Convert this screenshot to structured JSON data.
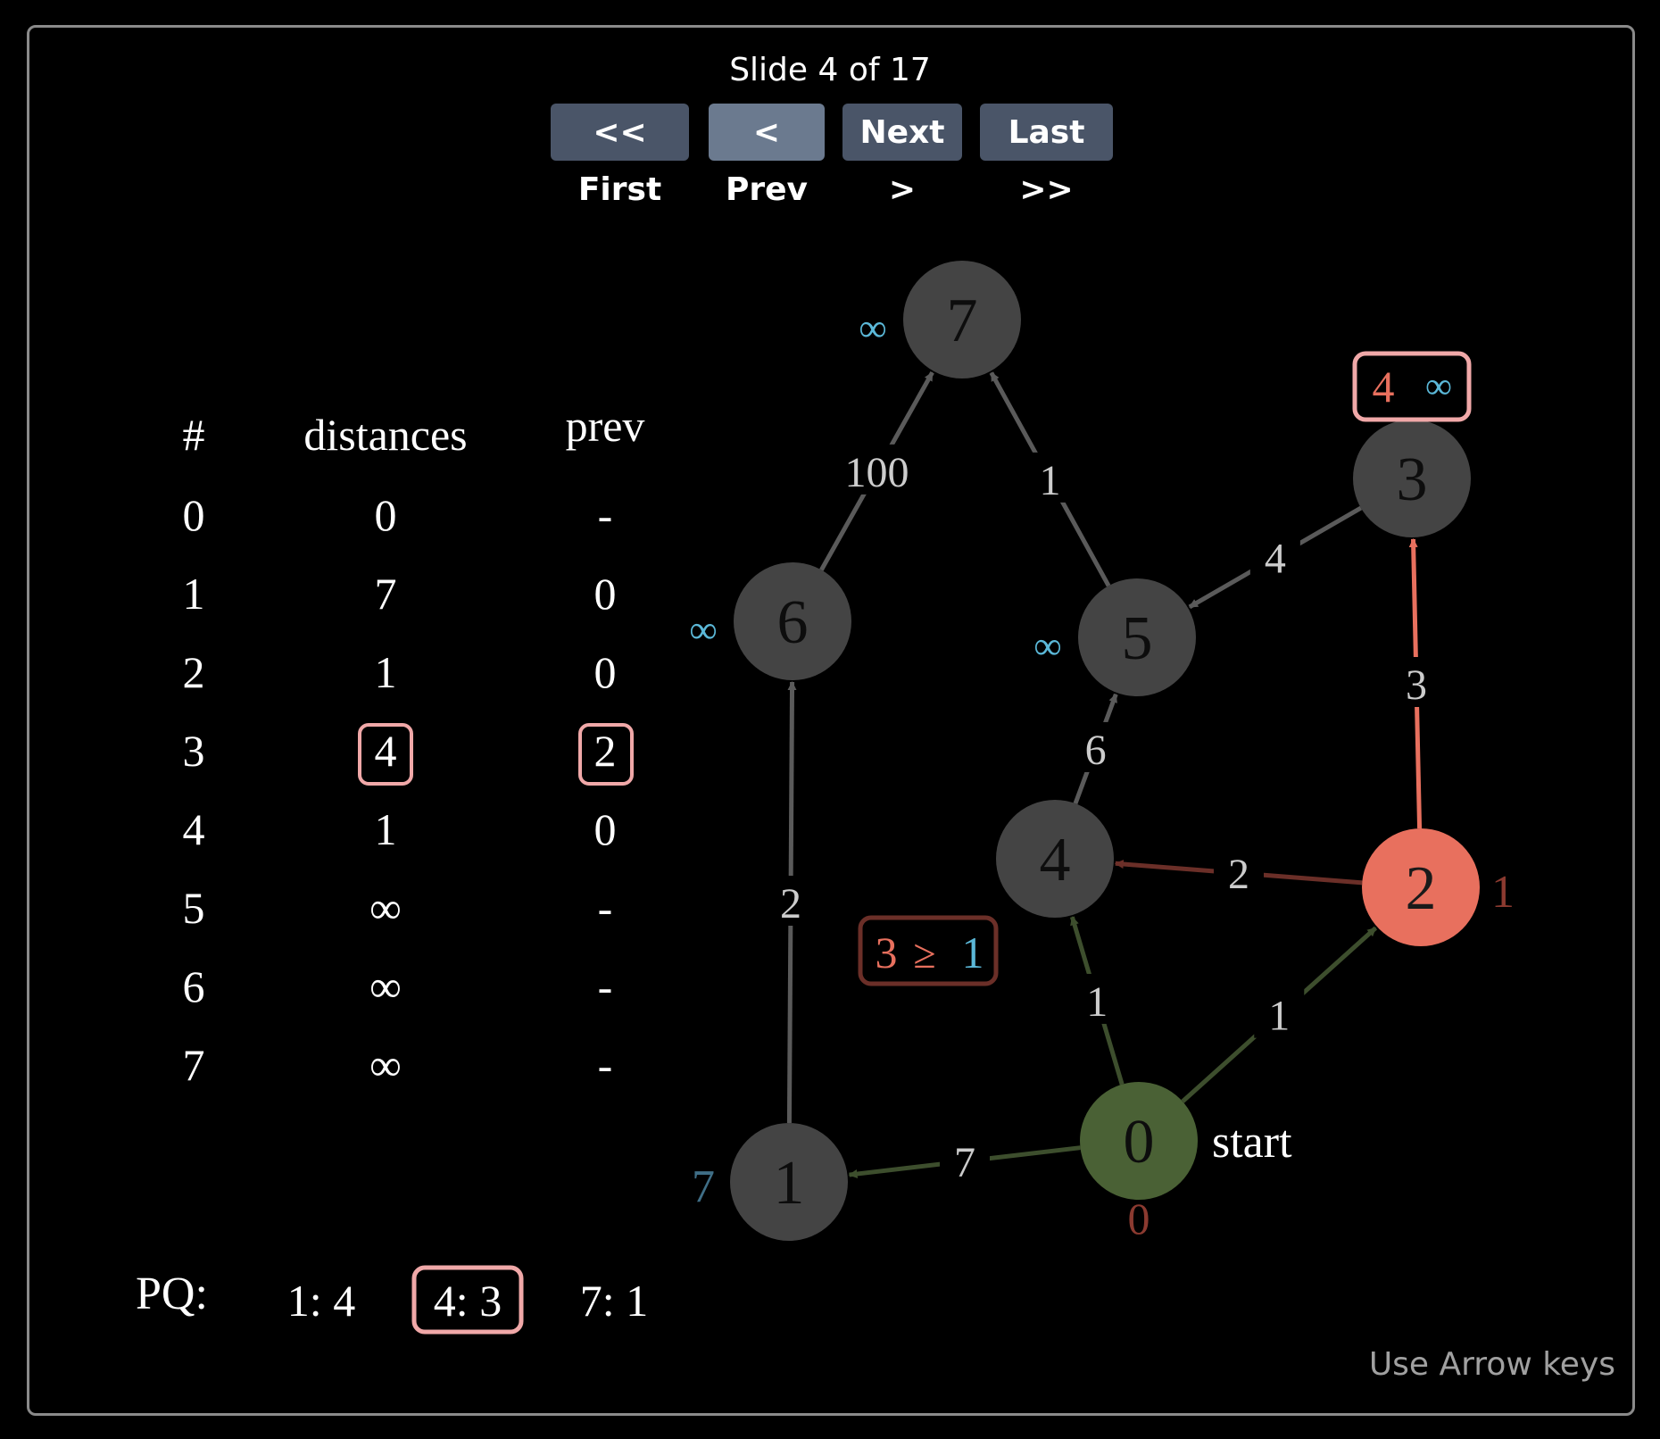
{
  "header": {
    "slide_counter": "Slide 4 of 17",
    "buttons": {
      "first": "<< First",
      "prev": "< Prev",
      "next": "Next >",
      "last": "Last >>"
    }
  },
  "hint": "Use Arrow keys",
  "table": {
    "headers": [
      "#",
      "distances",
      "prev"
    ],
    "rows": [
      {
        "id": "0",
        "dist": "0",
        "prev": "-",
        "highlight": false
      },
      {
        "id": "1",
        "dist": "7",
        "prev": "0",
        "highlight": false
      },
      {
        "id": "2",
        "dist": "1",
        "prev": "0",
        "highlight": false
      },
      {
        "id": "3",
        "dist": "4",
        "prev": "2",
        "highlight": true
      },
      {
        "id": "4",
        "dist": "1",
        "prev": "0",
        "highlight": false
      },
      {
        "id": "5",
        "dist": "∞",
        "prev": "-",
        "highlight": false
      },
      {
        "id": "6",
        "dist": "∞",
        "prev": "-",
        "highlight": false
      },
      {
        "id": "7",
        "dist": "∞",
        "prev": "-",
        "highlight": false
      }
    ]
  },
  "pq": {
    "label": "PQ:",
    "items": [
      {
        "text": "1: 4",
        "highlight": false
      },
      {
        "text": "4: 3",
        "highlight": true
      },
      {
        "text": "7: 1",
        "highlight": false
      }
    ]
  },
  "graph": {
    "nodes": [
      {
        "id": "0",
        "dist": "0",
        "state": "visited"
      },
      {
        "id": "1",
        "dist": "7",
        "state": "normal"
      },
      {
        "id": "2",
        "dist": "1",
        "state": "current"
      },
      {
        "id": "3",
        "dist": "∞",
        "state": "normal"
      },
      {
        "id": "4",
        "dist": "",
        "state": "normal"
      },
      {
        "id": "5",
        "dist": "∞",
        "state": "normal"
      },
      {
        "id": "6",
        "dist": "∞",
        "state": "normal"
      },
      {
        "id": "7",
        "dist": "∞",
        "state": "normal"
      }
    ],
    "edges": [
      {
        "from": "0",
        "to": "1",
        "weight": "7",
        "state": "visited"
      },
      {
        "from": "0",
        "to": "4",
        "weight": "1",
        "state": "visited"
      },
      {
        "from": "0",
        "to": "2",
        "weight": "1",
        "state": "visited"
      },
      {
        "from": "1",
        "to": "6",
        "weight": "2",
        "state": "normal"
      },
      {
        "from": "6",
        "to": "7",
        "weight": "100",
        "state": "normal"
      },
      {
        "from": "5",
        "to": "7",
        "weight": "1",
        "state": "normal"
      },
      {
        "from": "3",
        "to": "5",
        "weight": "4",
        "state": "normal"
      },
      {
        "from": "4",
        "to": "5",
        "weight": "6",
        "state": "normal"
      },
      {
        "from": "2",
        "to": "4",
        "weight": "2",
        "state": "dim-current"
      },
      {
        "from": "2",
        "to": "3",
        "weight": "3",
        "state": "current"
      }
    ],
    "start_label": "start",
    "start_dist": "0",
    "node3_update": {
      "new_value": "4",
      "old_value": "∞"
    },
    "comparison": {
      "left": "3",
      "op": "≥",
      "right": "1"
    }
  },
  "colors": {
    "node_gray": "#444444",
    "node_visited": "#4a6135",
    "node_current": "#e8705e",
    "edge_gray": "#5a5a5a",
    "edge_visited": "#3d4e2d",
    "edge_current": "#e8705e",
    "edge_dim_current": "#6b2f28",
    "highlight_border": "#f0a8a8",
    "infinity_blue": "#5bb8d8",
    "dist_dark_red": "#8b3a30"
  }
}
